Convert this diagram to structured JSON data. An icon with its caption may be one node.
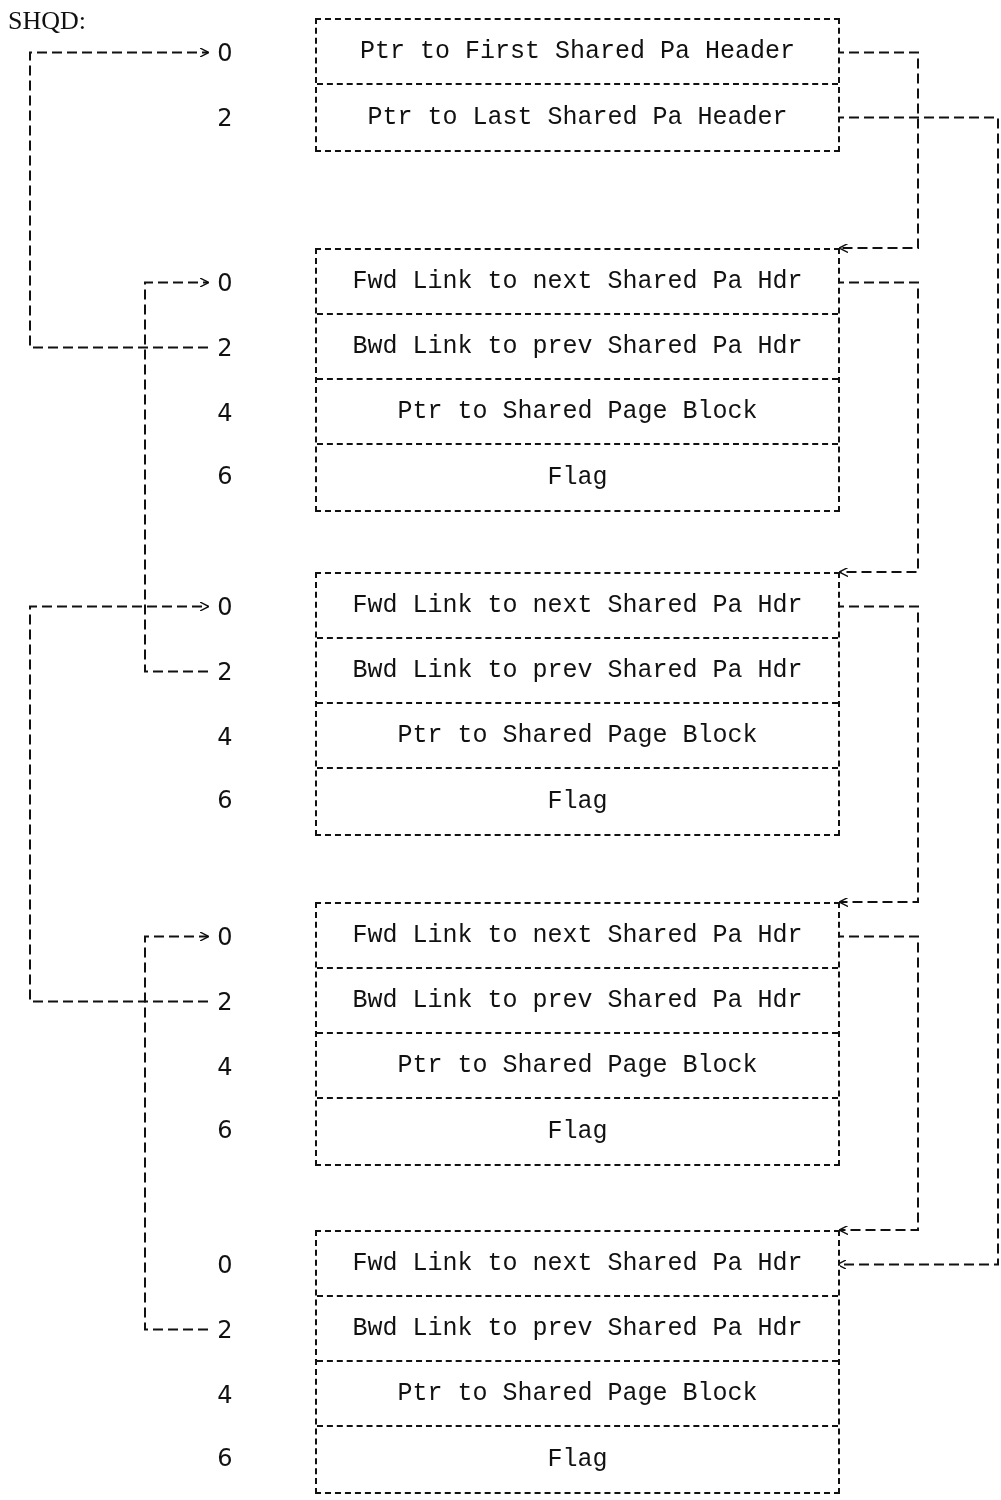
{
  "diagram": {
    "nodes": [
      {
        "text": [],
        "shape": "box"
      },
      {
        "text": [
          "Ptr to First Shared Pa Header"
        ],
        "in": 0,
        "beside": [
          "0"
        ]
      },
      {
        "text": [
          "Ptr to Last Shared Pa Header"
        ],
        "in": 0
      },
      {
        "text": [],
        "shape": "box"
      },
      {
        "text": [
          "Fwd Link to next Shared Pa Hdr"
        ],
        "in": 3,
        "beside": [
          "0"
        ]
      },
      {
        "text": [
          "Bwd Link to prev Shared Pa Hdr"
        ],
        "in": 3,
        "beside": [
          "2"
        ]
      },
      {
        "text": [
          "Ptr to Shared Page Block"
        ],
        "in": 3,
        "beside": [
          "4"
        ]
      },
      {
        "text": [
          "Flag"
        ],
        "in": 3
      },
      {
        "text": [],
        "shape": "box"
      },
      {
        "text": [
          "Fwd Link to next Shared Pa Hdr"
        ],
        "in": 8,
        "beside": [
          "0"
        ]
      },
      {
        "text": [
          "Bwd Link to prev Shared Pa Hdr"
        ],
        "in": 8,
        "beside": [
          "2"
        ]
      },
      {
        "text": [
          "Ptr to Shared Page Block"
        ],
        "in": 8,
        "beside": [
          "4"
        ]
      },
      {
        "text": [
          "Flag"
        ],
        "in": 8
      },
      {
        "text": [],
        "shape": "box"
      },
      {
        "text": [
          "Fwd Link to next Shared Pa Hdr"
        ],
        "in": 13,
        "beside": [
          "0"
        ]
      },
      {
        "text": [
          "Bwd Link to prev Shared Pa Hdr"
        ],
        "in": 13,
        "beside": [
          "2"
        ]
      },
      {
        "text": [
          "Ptr to Shared Page Block"
        ],
        "in": 13,
        "beside": [
          "4"
        ]
      },
      {
        "text": [
          "Flag"
        ],
        "in": 13
      },
      {
        "text": [],
        "shape": "box"
      },
      {
        "text": [
          "Fwd Link to next Shared Pa Hdr"
        ],
        "in": 18,
        "beside": [
          "0"
        ]
      },
      {
        "text": [
          "Bwd Link to prev Shared Pa Hdr"
        ],
        "in": 18,
        "beside": [
          "2"
        ]
      },
      {
        "text": [
          "Ptr to Shared Page Block"
        ],
        "in": 18,
        "beside": [
          "4"
        ]
      },
      {
        "text": [
          "Flag"
        ],
        "in": 18
      }
    ],
    "edges": [
      {
        "from": 1,
        "to": 3,
        "arrow": "to"
      },
      {
        "from": 2,
        "to": 19,
        "arrow": "to"
      },
      {
        "from": 4,
        "to": 8,
        "arrow": "to"
      },
      {
        "from": 9,
        "to": 13,
        "arrow": "to"
      },
      {
        "from": 14,
        "to": 18,
        "arrow": "to"
      },
      {
        "from": 5,
        "to": 1,
        "arrow": "to"
      },
      {
        "from": 10,
        "to": 4,
        "arrow": "to"
      },
      {
        "from": 15,
        "to": 9,
        "arrow": "to"
      },
      {
        "from": 20,
        "to": 14,
        "arrow": "to"
      }
    ],
    "labels": [
      "SHQD:",
      "2",
      "6",
      "6",
      "6",
      "6"
    ]
  }
}
